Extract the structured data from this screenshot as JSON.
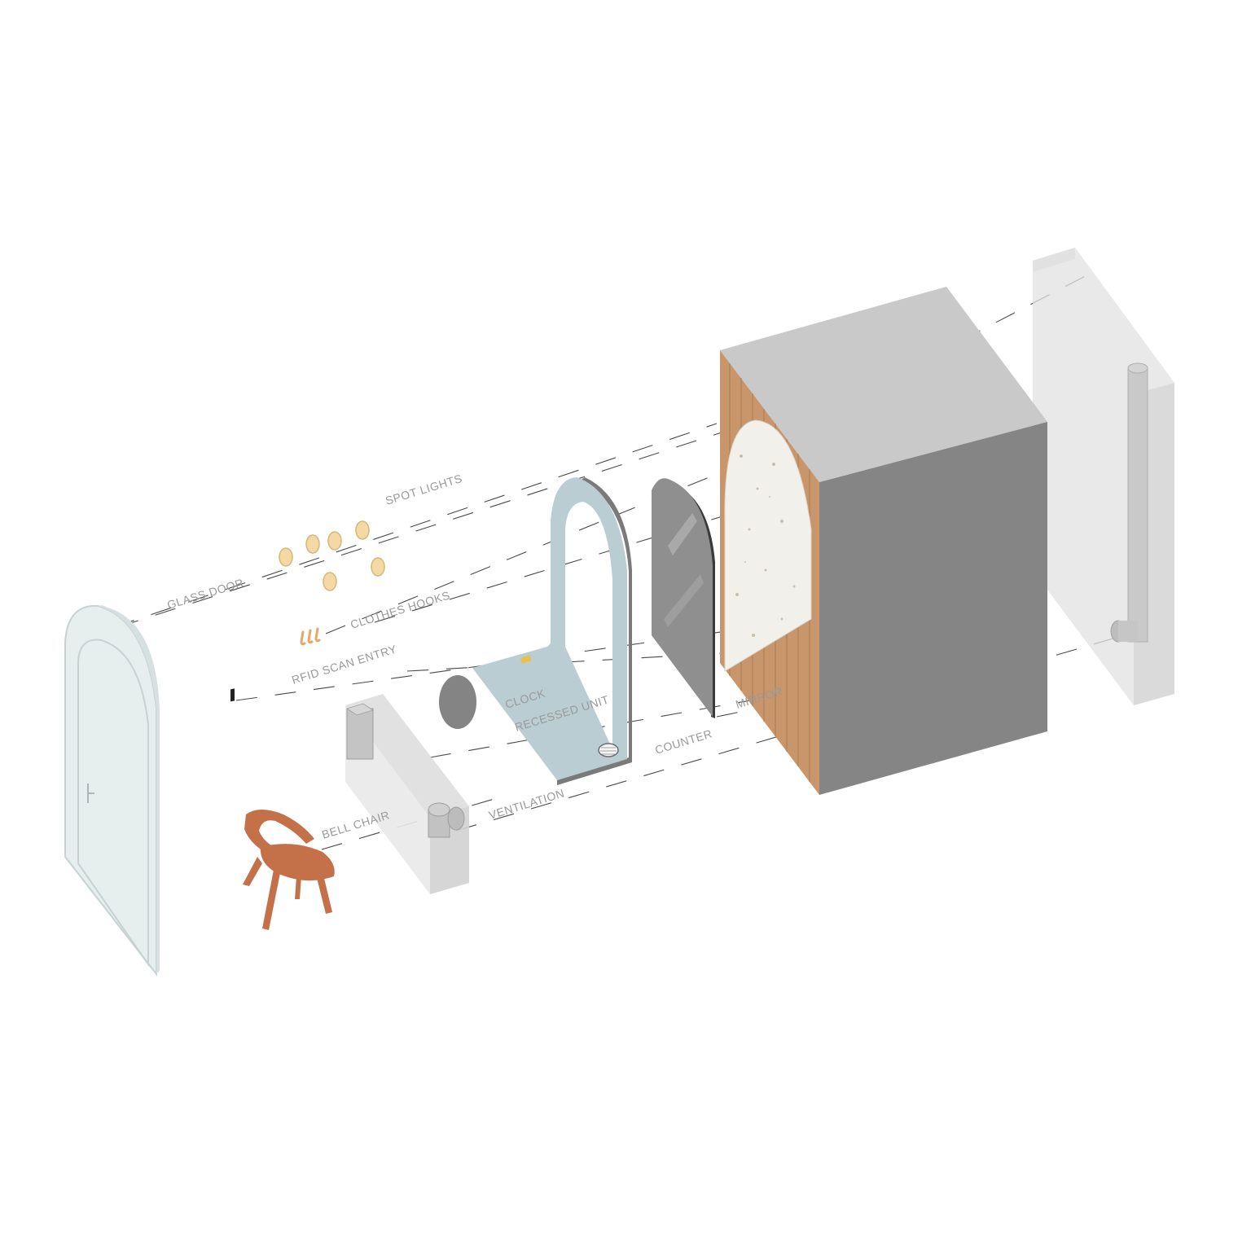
{
  "labels": {
    "spot_lights": "SPOT LIGHTS",
    "glass_door": "GLASS DOOR",
    "clothes_hooks": "CLOTHES HOOKS",
    "rfid_scan_entry": "RFID SCAN ENTRY",
    "clock": "CLOCK",
    "recessed_unit": "RECESSED UNIT",
    "counter": "COUNTER",
    "mirror": "MIRROR",
    "ventilation": "VENTILATION",
    "bell_chair": "BELL CHAIR"
  },
  "colors": {
    "label": "#9a9a9a",
    "leader": "#4a4a4a",
    "glass": "#e6eeee",
    "glass_edge": "#c7d2d3",
    "recessed_unit": "#b9cdd2",
    "recessed_unit_shadow": "#7a7a7a",
    "mirror": "#8f8f8f",
    "mirror_edge": "#3a3a3a",
    "box_top": "#c9c9c9",
    "box_front": "#858585",
    "wood": "#c8966a",
    "terrazzo": "#f1f0ea",
    "back_panel": "#e2e2e2",
    "pipe": "#c6c6c6",
    "chair": "#c4714a",
    "spot_light": "#f4d9a4",
    "hook": "#e8a865",
    "clock": "#848484",
    "counter": "#e6e6e6"
  },
  "icons": {
    "rfid": "rfid-reader-icon",
    "clock": "clock-icon",
    "drain": "drain-icon"
  }
}
